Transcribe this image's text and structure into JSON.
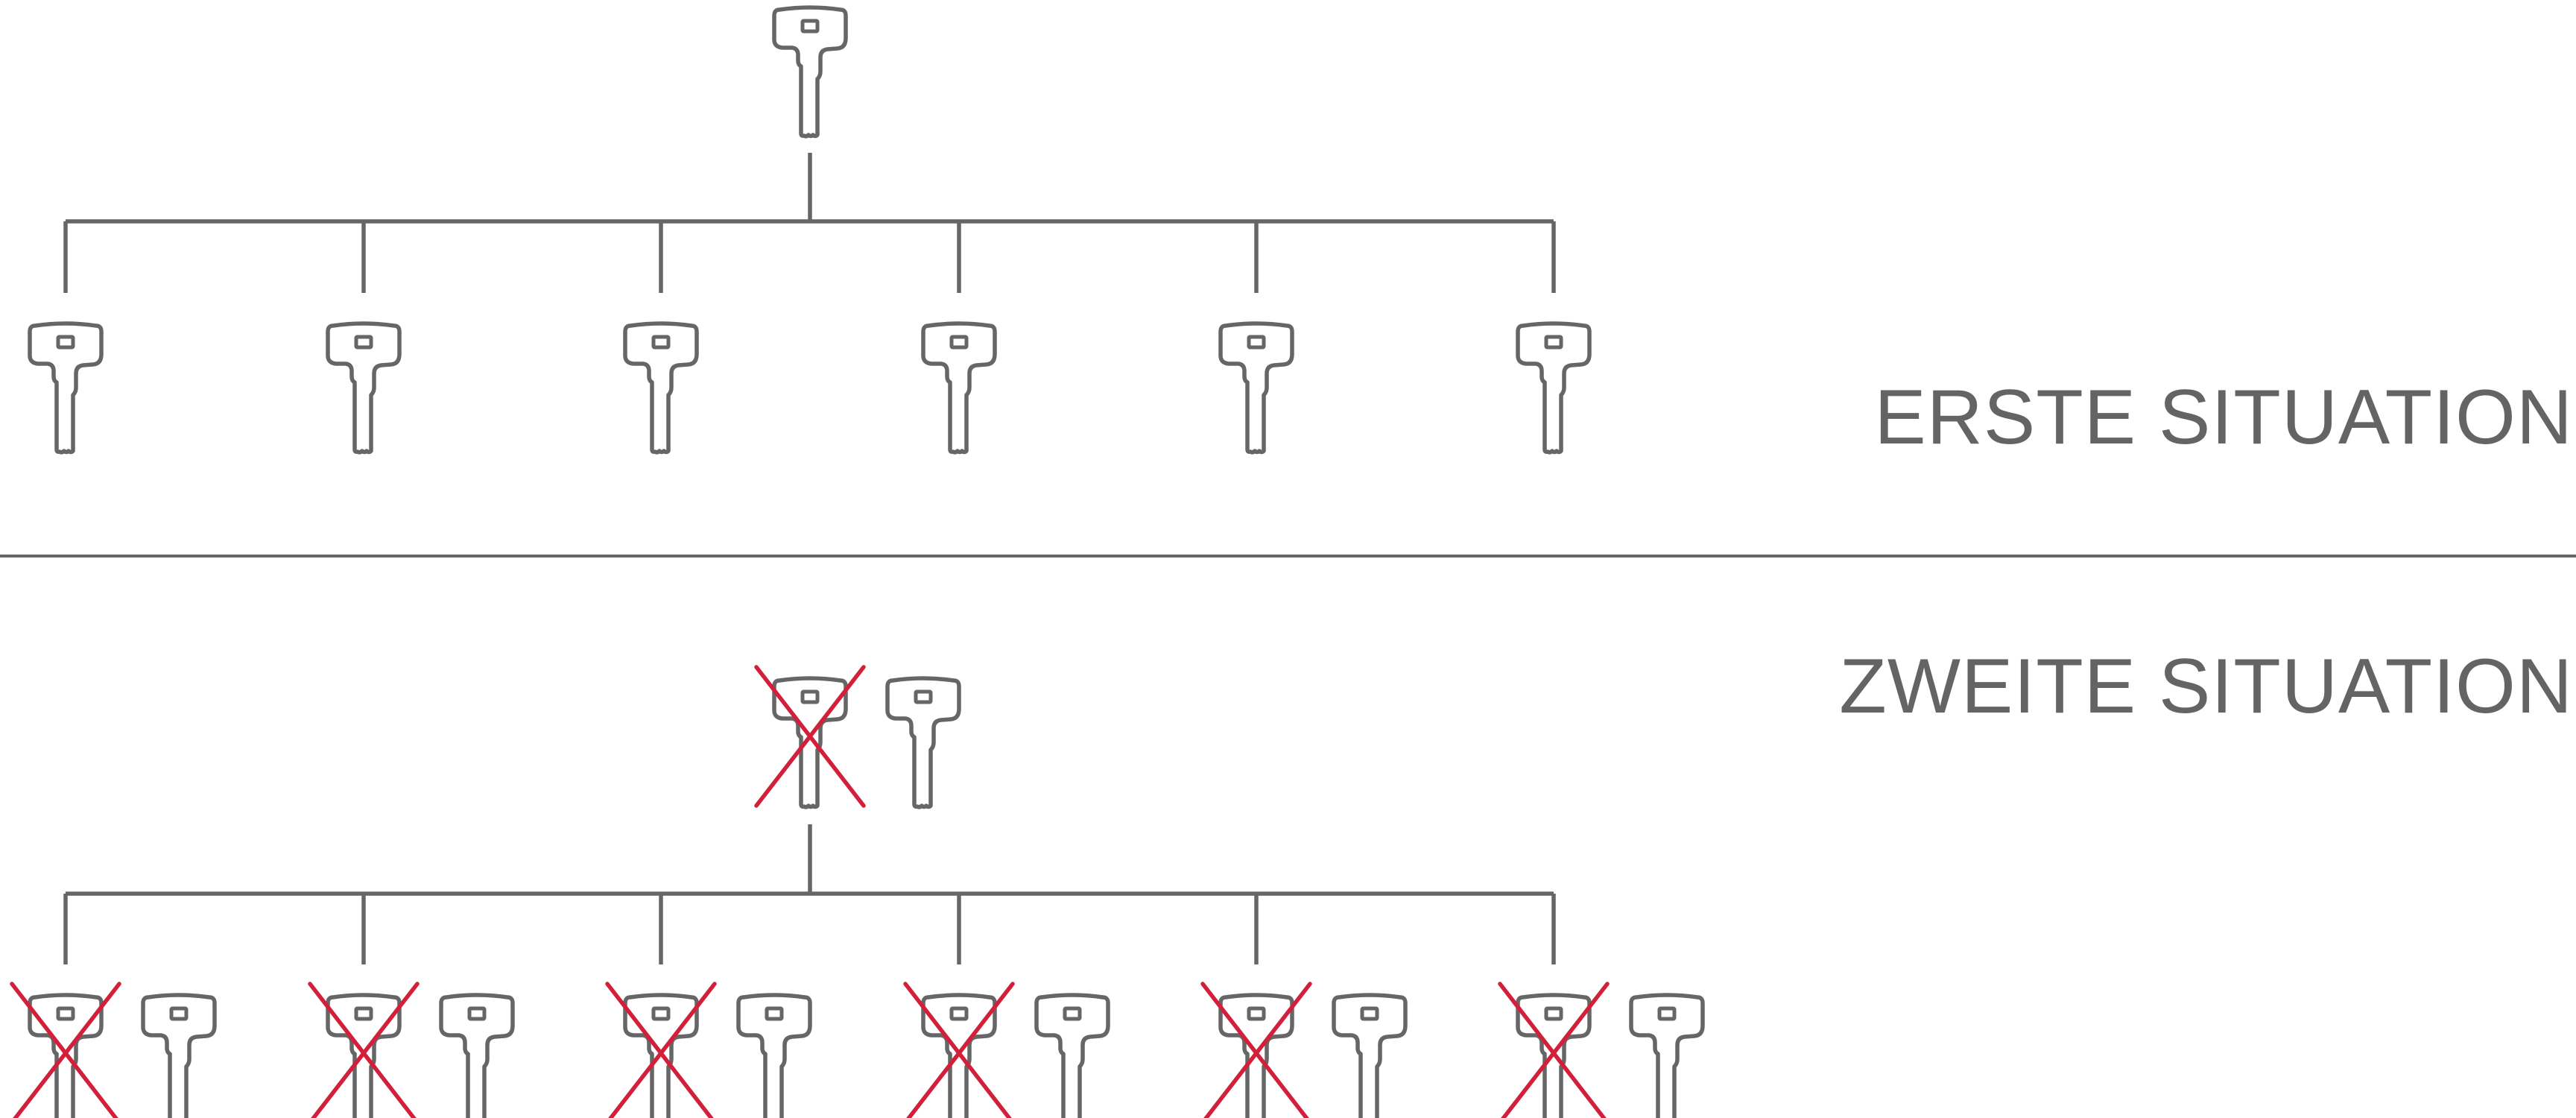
{
  "labels": {
    "first_situation": "ERSTE SITUATION",
    "second_situation": "ZWEITE SITUATION"
  },
  "colors": {
    "line": "#666666",
    "text": "#646464",
    "cross": "#d2203b",
    "background": "#ffffff"
  },
  "icons": {
    "key": "key-icon",
    "cross": "cross-out-icon"
  },
  "situations": [
    {
      "name": "first-situation",
      "master_keys": [
        {
          "crossed": false
        }
      ],
      "sub_keys": [
        [
          {
            "crossed": false
          }
        ],
        [
          {
            "crossed": false
          }
        ],
        [
          {
            "crossed": false
          }
        ],
        [
          {
            "crossed": false
          }
        ],
        [
          {
            "crossed": false
          }
        ],
        [
          {
            "crossed": false
          }
        ]
      ]
    },
    {
      "name": "second-situation",
      "master_keys": [
        {
          "crossed": true
        },
        {
          "crossed": false
        }
      ],
      "sub_keys": [
        [
          {
            "crossed": true
          },
          {
            "crossed": false
          }
        ],
        [
          {
            "crossed": true
          },
          {
            "crossed": false
          }
        ],
        [
          {
            "crossed": true
          },
          {
            "crossed": false
          }
        ],
        [
          {
            "crossed": true
          },
          {
            "crossed": false
          }
        ],
        [
          {
            "crossed": true
          },
          {
            "crossed": false
          }
        ],
        [
          {
            "crossed": true
          },
          {
            "crossed": false
          }
        ]
      ]
    }
  ]
}
